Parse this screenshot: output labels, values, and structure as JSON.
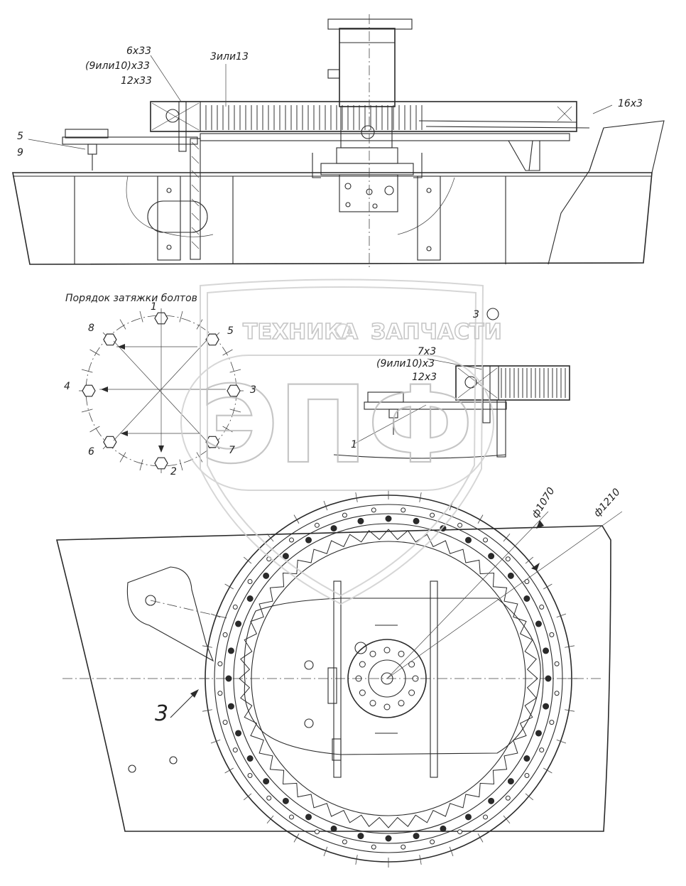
{
  "labels": {
    "top_bolts": [
      "6x33",
      "(9или10)x33",
      "12x33"
    ],
    "top_part": "3или13",
    "top_right": "16x3",
    "left_item_a": "5",
    "left_item_b": "9",
    "order_title": "Порядок затяжки болтов",
    "order_numbers": [
      "1",
      "2",
      "3",
      "4",
      "5",
      "6",
      "7",
      "8"
    ],
    "view_mark": "3",
    "detail_bolts": [
      "7x3",
      "(9или10)x3",
      "12x3"
    ],
    "detail_item": "1",
    "dia_inner": "ф1070",
    "dia_outer": "ф1210",
    "big_view_mark": "3"
  },
  "watermark": {
    "text_left": "ТЕХНИКА",
    "text_right": "ЗАПЧАСТИ",
    "logo": "ЭПФ"
  },
  "colors": {
    "line": "#2a2a2a",
    "watermark": "#bdbdbd"
  }
}
